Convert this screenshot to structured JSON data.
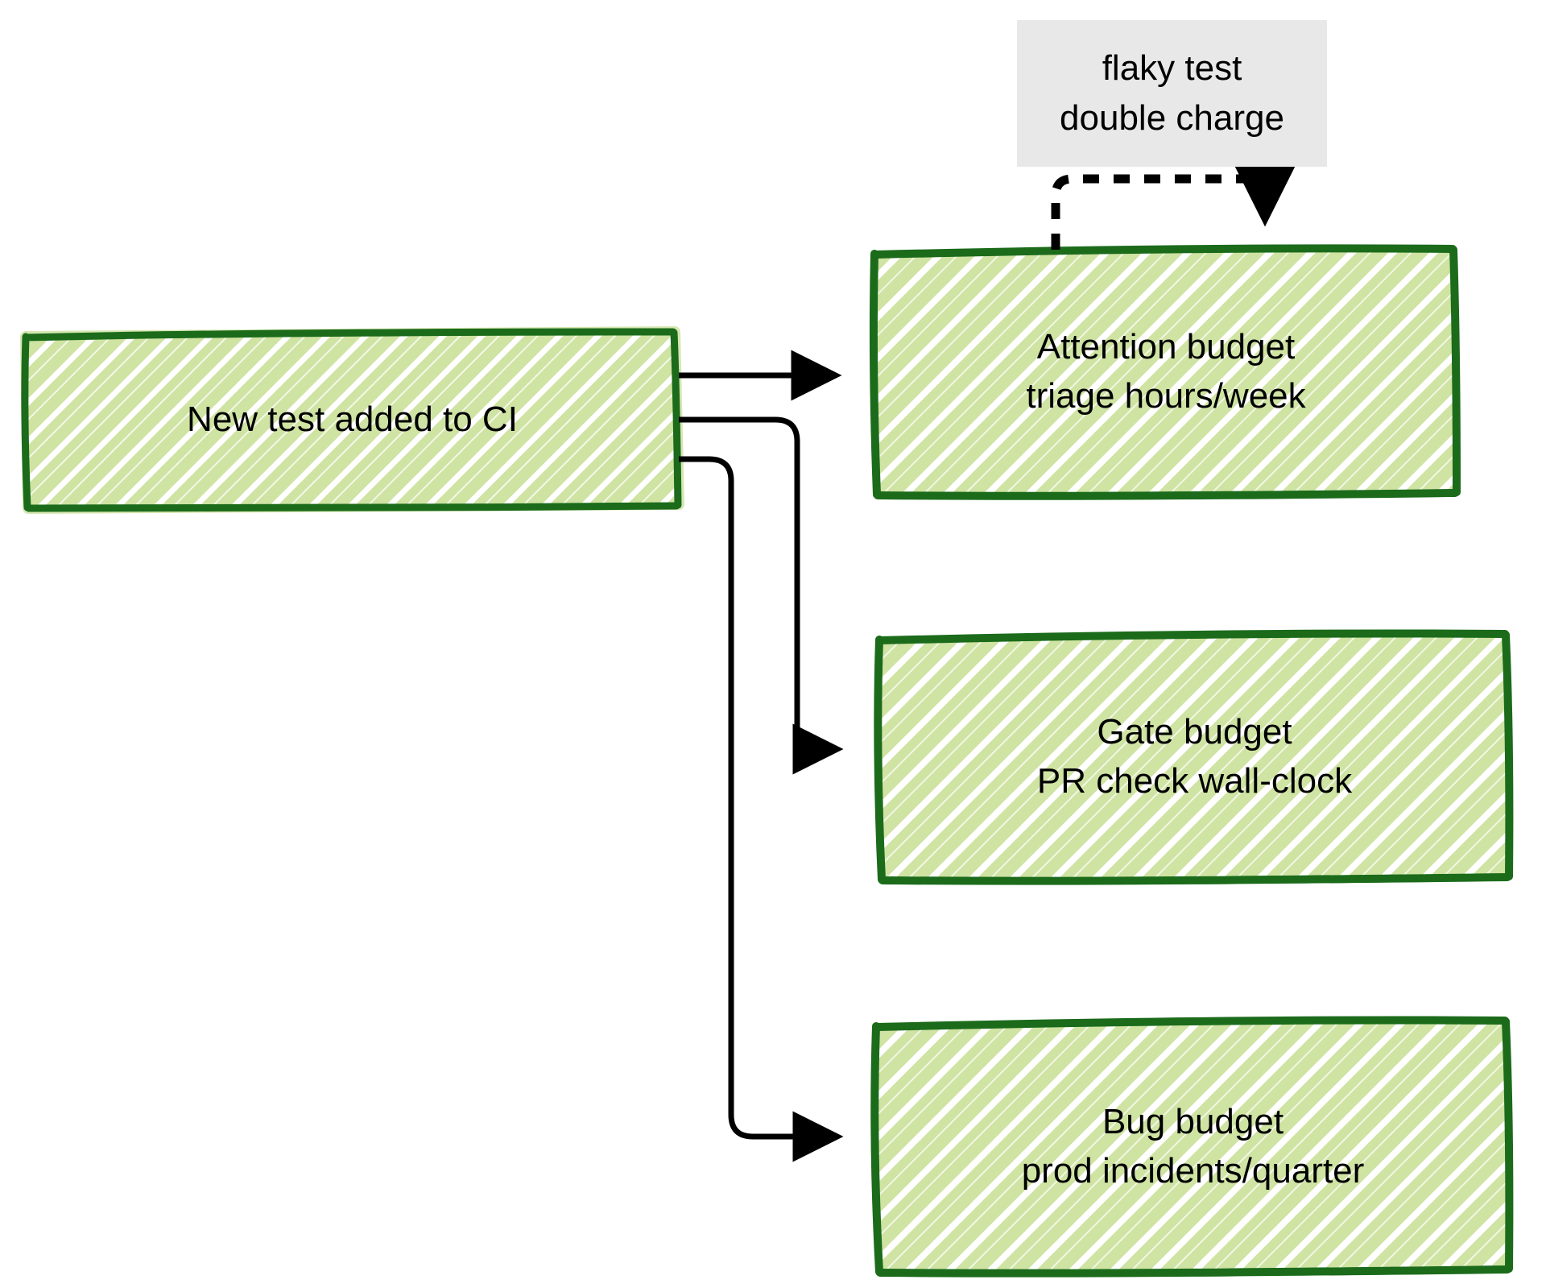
{
  "diagram": {
    "type": "flowchart",
    "direction": "left-to-right",
    "style": "hand-drawn-sketch",
    "colors": {
      "node_fill": "#cfe3a3",
      "node_stroke": "#1b6b1b",
      "node_hatch": "#ffffff",
      "edge_stroke": "#000000",
      "note_fill": "#e8e8e8",
      "text": "#000000",
      "background": "#ffffff"
    },
    "nodes": [
      {
        "id": "source",
        "lines": [
          "New test added to CI"
        ],
        "line1": "New test added to CI",
        "line2": ""
      },
      {
        "id": "attention",
        "lines": [
          "Attention budget",
          "triage hours/week"
        ],
        "line1": "Attention budget",
        "line2": "triage hours/week"
      },
      {
        "id": "gate",
        "lines": [
          "Gate budget",
          "PR check wall-clock"
        ],
        "line1": "Gate budget",
        "line2": "PR check wall-clock"
      },
      {
        "id": "bug",
        "lines": [
          "Bug budget",
          "prod incidents/quarter"
        ],
        "line1": "Bug budget",
        "line2": "prod incidents/quarter"
      }
    ],
    "notes": [
      {
        "id": "flaky-note",
        "line1": "flaky test",
        "line2": "double charge"
      }
    ],
    "edges": [
      {
        "id": "edge-source-attention",
        "from": "New test added to CI",
        "to": "Attention budget",
        "style": "solid",
        "arrow": "triangle"
      },
      {
        "id": "edge-source-gate",
        "from": "New test added to CI",
        "to": "Gate budget",
        "style": "solid",
        "arrow": "triangle"
      },
      {
        "id": "edge-source-bug",
        "from": "New test added to CI",
        "to": "Bug budget",
        "style": "solid",
        "arrow": "triangle"
      },
      {
        "id": "edge-attention-selfloop",
        "from": "Attention budget",
        "to": "Attention budget",
        "style": "dashed",
        "arrow": "triangle",
        "label": "flaky test double charge"
      }
    ]
  }
}
